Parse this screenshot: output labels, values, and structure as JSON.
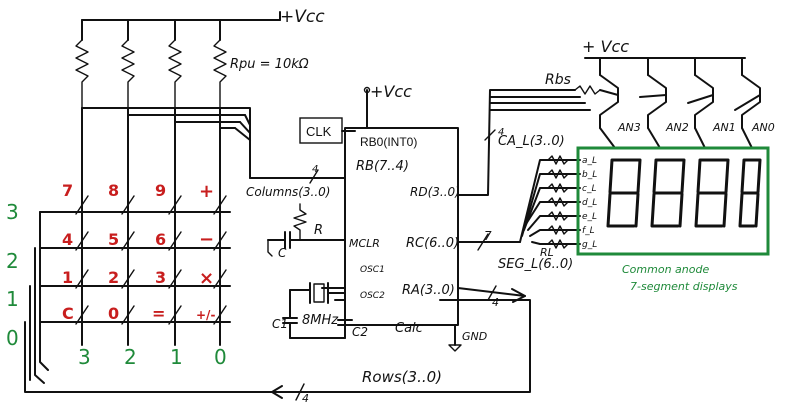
{
  "labels": {
    "vcc_top": "+Vcc",
    "vcc_pic": "+Vcc",
    "vcc_right": "+ Vcc",
    "rpu": "Rpu = 10kΩ",
    "rbs": "Rbs",
    "clk": "CLK",
    "rb0": "RB0(INT0)",
    "rb74": "RB(7..4)",
    "rd": "RD(3..0)",
    "rc": "RC(6..0)",
    "ra": "RA(3..0)",
    "mclr": "MCLR",
    "osc1": "OSC1",
    "osc2": "OSC2",
    "gnd": "GND",
    "calc": "Calc",
    "r": "R",
    "c": "C",
    "c1": "C1",
    "c2": "C2",
    "xtal": "8MHz",
    "rl": "RL",
    "columns": "Columns(3..0)",
    "rows": "Rows(3..0)",
    "ca": "CA_L(3..0)",
    "seg": "SEG_L(6..0)",
    "bus4_cols": "4",
    "bus4_ca": "4",
    "bus7": "7",
    "bus4_ra": "4",
    "bus4_rows": "4",
    "display_caption_1": "Common anode",
    "display_caption_2": "7-segment displays"
  },
  "anodes": [
    "AN3",
    "AN2",
    "AN1",
    "AN0"
  ],
  "segments": [
    "a_L",
    "b_L",
    "c_L",
    "d_L",
    "e_L",
    "f_L",
    "g_L"
  ],
  "keypad": {
    "rows": [
      {
        "label": "3",
        "keys": [
          "7",
          "8",
          "9",
          "+"
        ]
      },
      {
        "label": "2",
        "keys": [
          "4",
          "5",
          "6",
          "−"
        ]
      },
      {
        "label": "1",
        "keys": [
          "1",
          "2",
          "3",
          "×"
        ]
      },
      {
        "label": "0",
        "keys": [
          "C",
          "0",
          "=",
          "+/-"
        ]
      }
    ],
    "column_labels": [
      "3",
      "2",
      "1",
      "0"
    ]
  },
  "colors": {
    "ink": "#111111",
    "keys": "#c81e1e",
    "display_frame": "#1f8a3a",
    "labels_green": "#1f8a3a"
  }
}
